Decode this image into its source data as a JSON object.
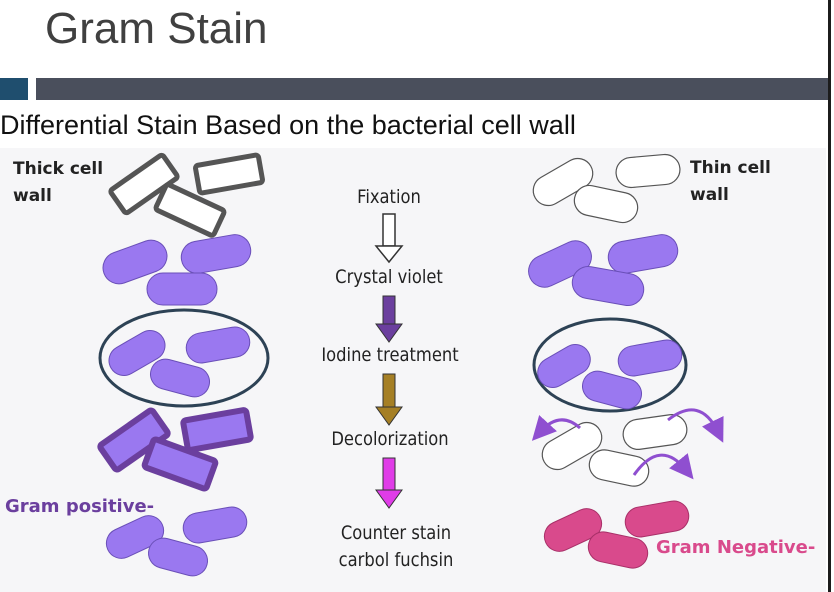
{
  "title": "Gram Stain",
  "subtitle": "Differential Stain Based on the bacterial cell wall",
  "left": {
    "wall_line1": "Thick cell",
    "wall_line2": "wall",
    "result": "Gram positive-"
  },
  "right": {
    "wall_line1": "Thin cell",
    "wall_line2": "wall",
    "result": "Gram Negative-"
  },
  "steps": {
    "fixation": "Fixation",
    "crystal_violet": "Crystal violet",
    "iodine": "Iodine treatment",
    "decolorization": "Decolorization",
    "counter_line1": "Counter stain",
    "counter_line2": "carbol fuchsin"
  },
  "colors": {
    "violet": "#9a78f0",
    "dark_violet": "#6b3f9e",
    "pink": "#d94a8c",
    "header_bar": "#4a4f5c",
    "header_square": "#1f4e6e"
  }
}
